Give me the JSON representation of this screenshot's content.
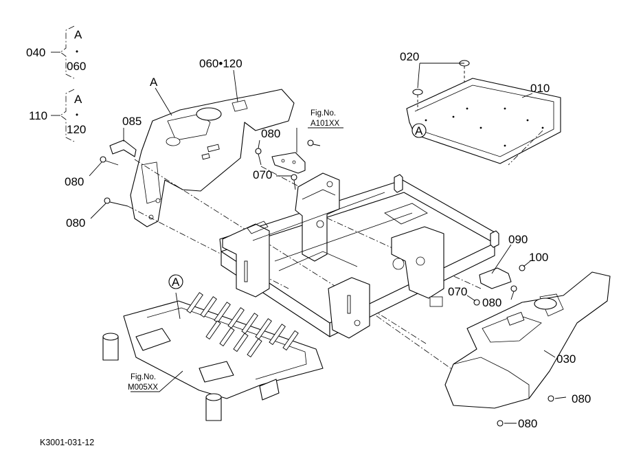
{
  "legend": {
    "group1": {
      "code": "040",
      "top": "A",
      "sep": "•",
      "bottom": "060"
    },
    "group2": {
      "code": "110",
      "top": "A",
      "sep": "•",
      "bottom": "120"
    }
  },
  "callouts": {
    "p010": "010",
    "p020": "020",
    "p030": "030",
    "p060_120": "060•120",
    "p070_top": "070",
    "p070_right": "070",
    "p080_top": "080",
    "p080_left1": "080",
    "p080_left2": "080",
    "p080_mid": "080",
    "p080_br1": "080",
    "p080_br2": "080",
    "p085": "085",
    "p090": "090",
    "p100": "100",
    "a_fender": "A",
    "a_floor_circle": "A",
    "a_plate_circle": "A"
  },
  "figrefs": {
    "top": {
      "line1": "Fig.No.",
      "line2": "A101XX"
    },
    "bottom": {
      "line1": "Fig.No.",
      "line2": "M005XX"
    }
  },
  "drawing_code": "K3001-031-12"
}
